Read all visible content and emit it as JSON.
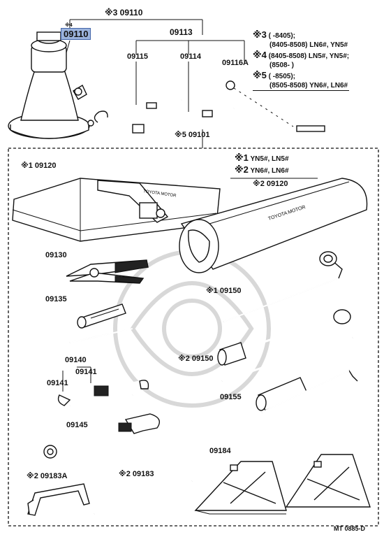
{
  "header": {
    "root_part": "※3 09110",
    "highlighted_part": "09110",
    "highlight_mark": "※4",
    "part_09113": "09113",
    "part_09115": "09115",
    "part_09114": "09114",
    "part_09116A": "09116A",
    "kit_part": "※5 09101"
  },
  "notes_top": [
    {
      "mark": "※3",
      "text": "(        -8405);"
    },
    {
      "mark": "",
      "text": "(8405-8508) LN6#, YN5#"
    },
    {
      "mark": "※4",
      "text": "(8405-8508) LN5#, YN5#;"
    },
    {
      "mark": "",
      "text": "(8508-        )"
    },
    {
      "mark": "※5",
      "text": "(        -8505);"
    },
    {
      "mark": "",
      "text": "(8505-8508) YN6#, LN6#"
    }
  ],
  "notes_mid": [
    {
      "mark": "※1",
      "text": "YN5#, LN5#"
    },
    {
      "mark": "※2",
      "text": "YN6#, LN6#"
    }
  ],
  "parts": {
    "tool_bag_1": "※1 09120",
    "tool_bag_2": "※2 09120",
    "pliers": "09130",
    "screwdriver": "09135",
    "wrench_set": "09140",
    "wrench": "09141",
    "wrench_label": "09141",
    "adjustable_wrench": "09145",
    "handle_1": "※1 09150",
    "handle_2": "※2 09150",
    "socket_wrench": "09155",
    "wheel_chocks": "09184",
    "clip": "※2 09183A",
    "bar": "※2 09183"
  },
  "bag_text": {
    "brand": "TOYOTA MOTOR"
  },
  "footer": {
    "code": "MT 0885-D"
  }
}
